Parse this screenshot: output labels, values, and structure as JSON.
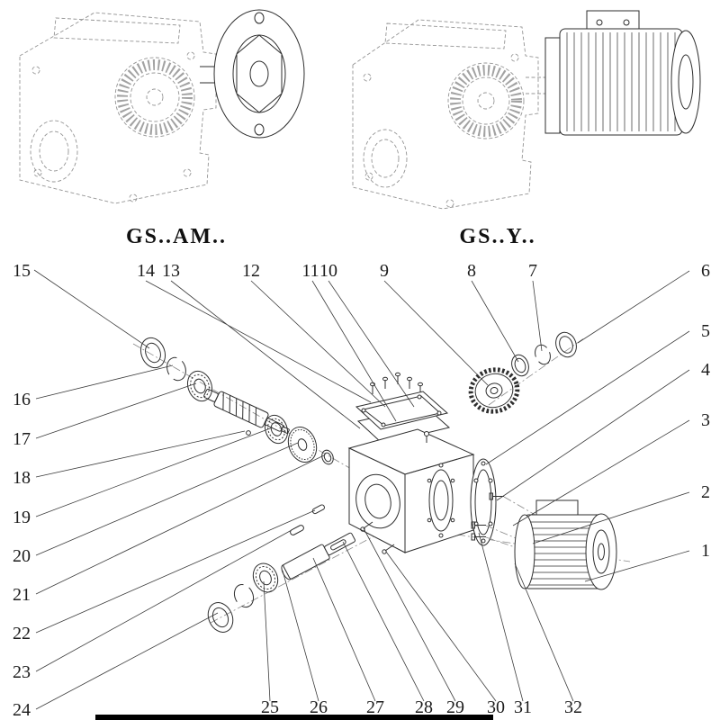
{
  "colors": {
    "line": "#2e2e2e",
    "phantom_line": "#949494",
    "leader_line": "#3c3c3c",
    "text": "#1c1c1c",
    "background": "#ffffff",
    "bottom_bar": "#000000"
  },
  "models": [
    {
      "label": "GS..AM.."
    },
    {
      "label": "GS..Y.."
    }
  ],
  "callouts": [
    {
      "n": "1"
    },
    {
      "n": "2"
    },
    {
      "n": "3"
    },
    {
      "n": "4"
    },
    {
      "n": "5"
    },
    {
      "n": "6"
    },
    {
      "n": "7"
    },
    {
      "n": "8"
    },
    {
      "n": "9"
    },
    {
      "n": "10"
    },
    {
      "n": "11"
    },
    {
      "n": "12"
    },
    {
      "n": "13"
    },
    {
      "n": "14"
    },
    {
      "n": "15"
    },
    {
      "n": "16"
    },
    {
      "n": "17"
    },
    {
      "n": "18"
    },
    {
      "n": "19"
    },
    {
      "n": "20"
    },
    {
      "n": "21"
    },
    {
      "n": "22"
    },
    {
      "n": "23"
    },
    {
      "n": "24"
    },
    {
      "n": "25"
    },
    {
      "n": "26"
    },
    {
      "n": "27"
    },
    {
      "n": "28"
    },
    {
      "n": "29"
    },
    {
      "n": "30"
    },
    {
      "n": "31"
    },
    {
      "n": "32"
    }
  ]
}
